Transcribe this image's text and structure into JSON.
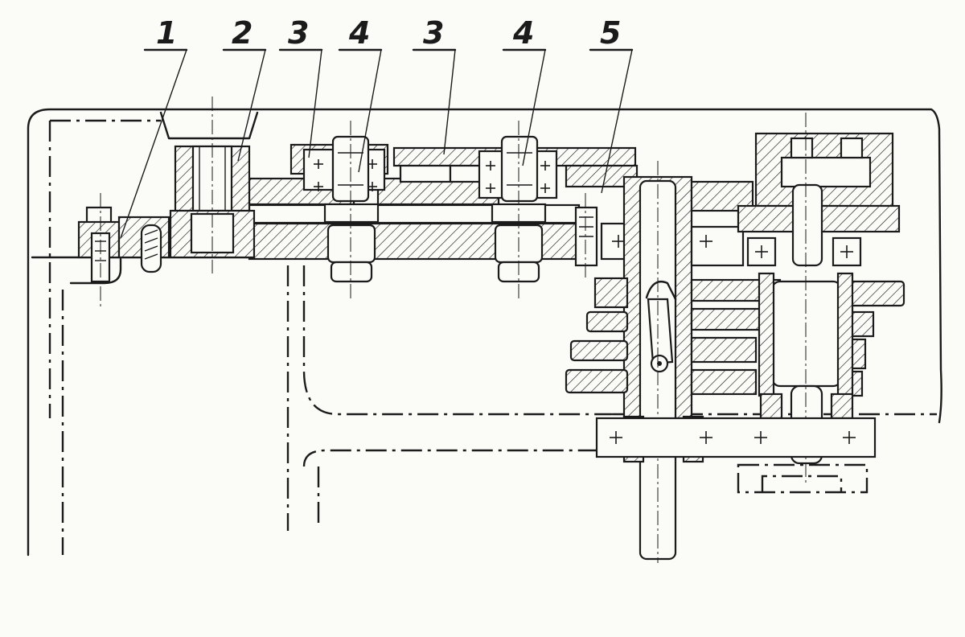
{
  "drawing": {
    "ink_color": "#1b1b1b",
    "paper_color": "#fbfbf8",
    "callouts": [
      {
        "label": "1"
      },
      {
        "label": "2"
      },
      {
        "label": "3"
      },
      {
        "label": "4"
      },
      {
        "label": "3"
      },
      {
        "label": "4"
      },
      {
        "label": "5"
      }
    ]
  }
}
